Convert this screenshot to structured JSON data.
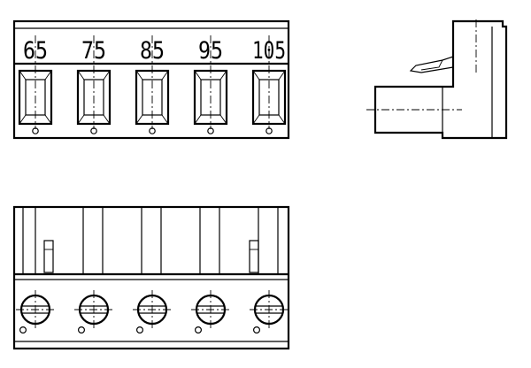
{
  "drawing": {
    "terminal_labels": [
      "65",
      "75",
      "85",
      "95",
      "105"
    ]
  }
}
